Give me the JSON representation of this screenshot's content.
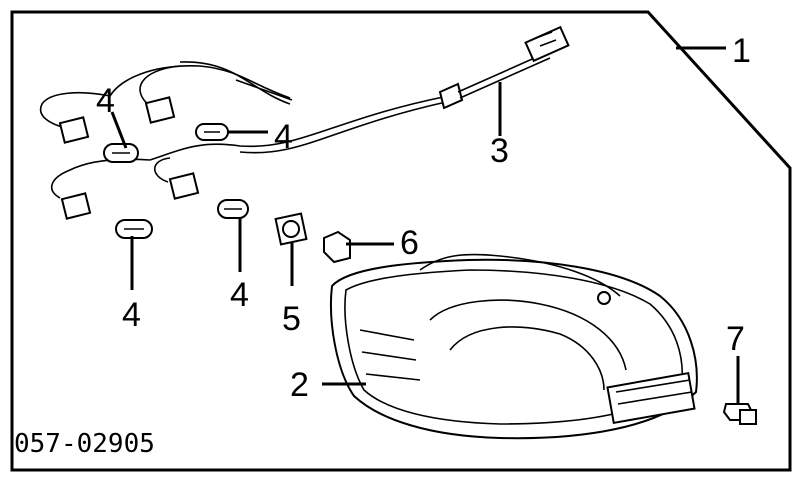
{
  "figure": {
    "code": "057-02905",
    "callouts": {
      "c1": "1",
      "c2": "2",
      "c3": "3",
      "c4a": "4",
      "c4b": "4",
      "c4c": "4",
      "c4d": "4",
      "c5": "5",
      "c6": "6",
      "c7": "7"
    }
  }
}
